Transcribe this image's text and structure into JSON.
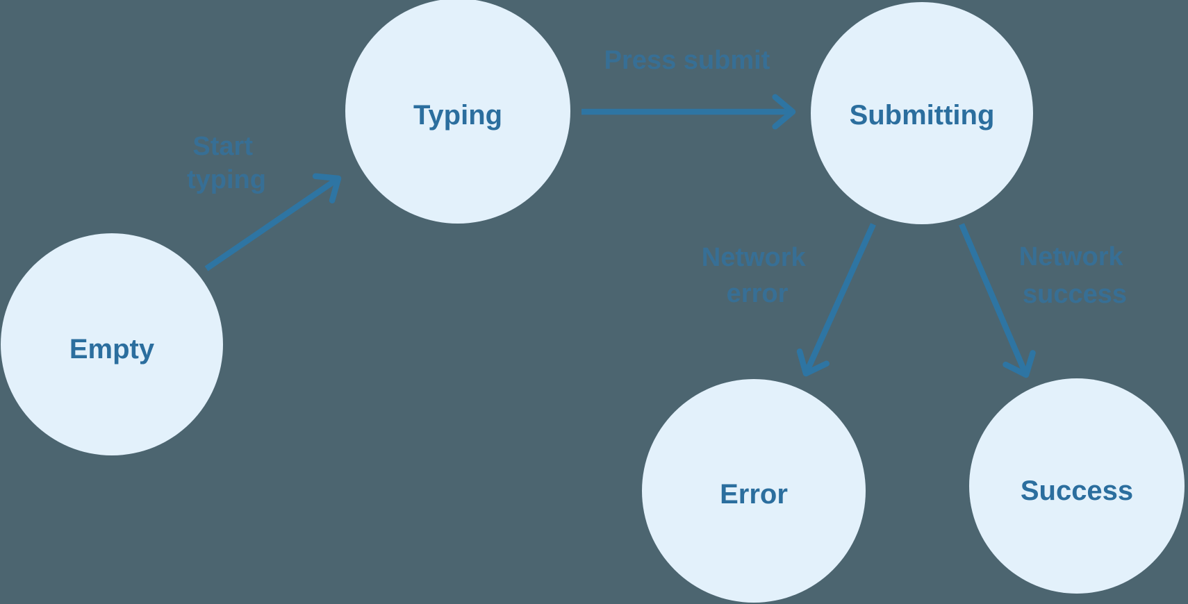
{
  "diagram": {
    "background_color": "#4c6570",
    "node_fill": "#e3f1fb",
    "node_text_color": "#2b6e9e",
    "arrow_color": "#2e75a3",
    "transition_label_color": "#35719b",
    "states": [
      {
        "id": "empty",
        "label": "Empty"
      },
      {
        "id": "typing",
        "label": "Typing"
      },
      {
        "id": "submitting",
        "label": "Submitting"
      },
      {
        "id": "error",
        "label": "Error"
      },
      {
        "id": "success",
        "label": "Success"
      }
    ],
    "transitions": [
      {
        "id": "start-typing",
        "from": "empty",
        "to": "typing",
        "label_line1": "Start",
        "label_line2": "typing"
      },
      {
        "id": "press-submit",
        "from": "typing",
        "to": "submitting",
        "label_line1": "Press submit",
        "label_line2": ""
      },
      {
        "id": "network-error",
        "from": "submitting",
        "to": "error",
        "label_line1": "Network",
        "label_line2": "error"
      },
      {
        "id": "network-success",
        "from": "submitting",
        "to": "success",
        "label_line1": "Network",
        "label_line2": "success"
      }
    ]
  }
}
